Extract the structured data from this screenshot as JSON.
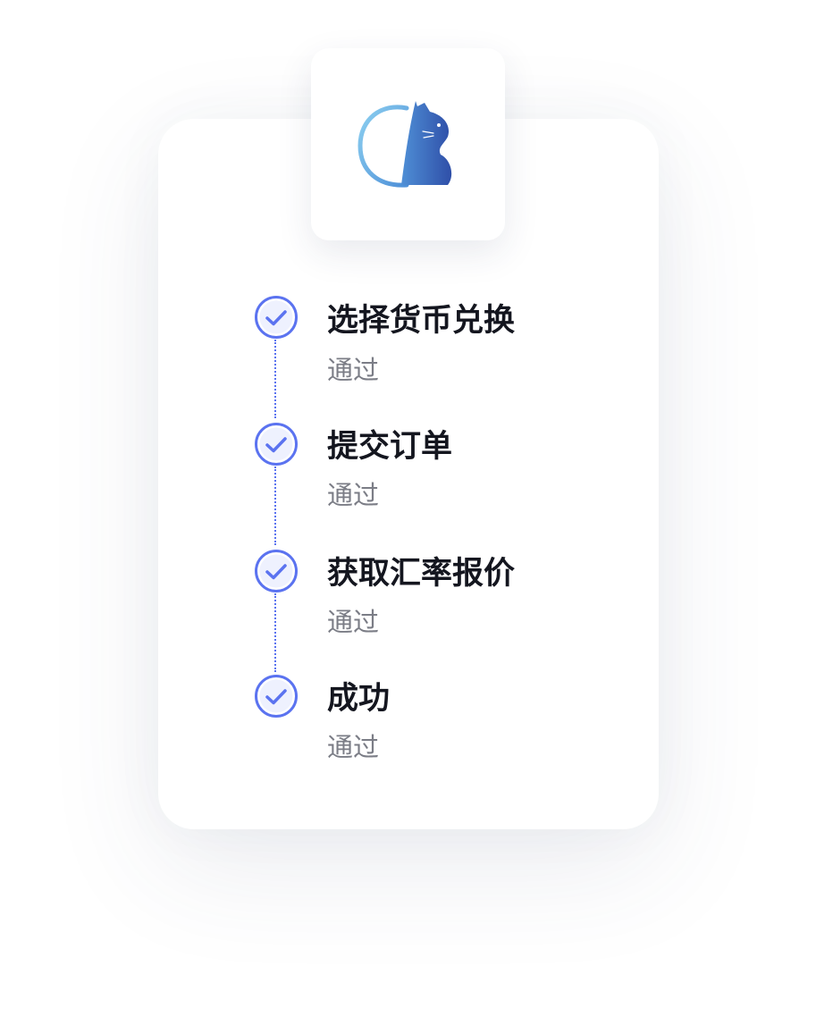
{
  "brand": {
    "logo_icon": "cat-logo-icon",
    "gradient_colors": [
      "#7fc3ea",
      "#3f74c6",
      "#2f4fa8"
    ]
  },
  "accent_color": "#5b73f0",
  "steps": [
    {
      "title": "选择货币兑换",
      "status": "通过",
      "icon": "check-circle-icon"
    },
    {
      "title": "提交订单",
      "status": "通过",
      "icon": "check-circle-icon"
    },
    {
      "title": "获取汇率报价",
      "status": "通过",
      "icon": "check-circle-icon"
    },
    {
      "title": "成功",
      "status": "通过",
      "icon": "check-circle-icon"
    }
  ]
}
